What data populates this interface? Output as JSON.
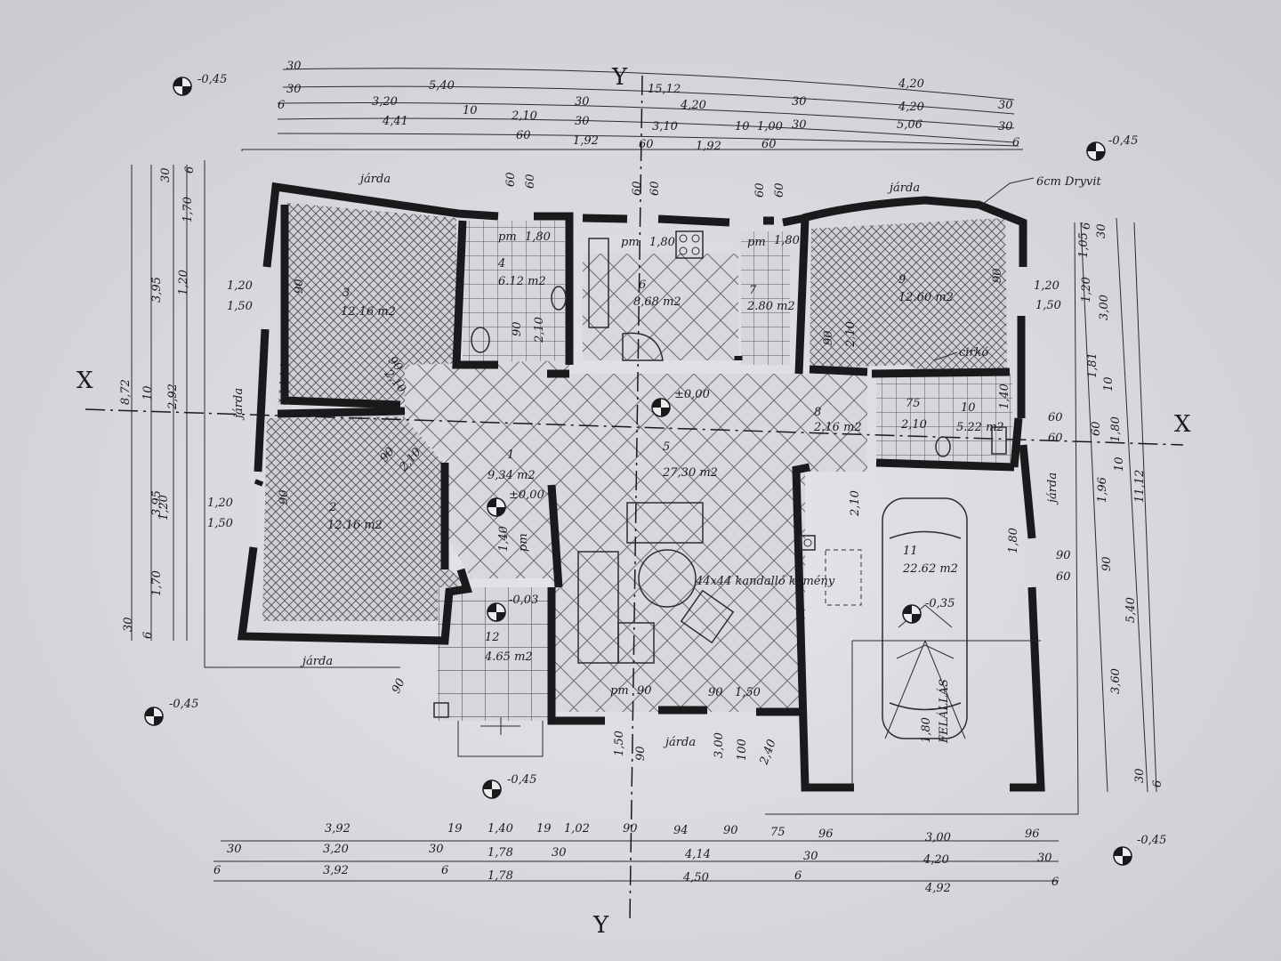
{
  "axes": {
    "y_top": "Y",
    "y_bottom": "Y",
    "x_left": "X",
    "x_right": "X"
  },
  "notes": {
    "dryvit": "6cm Dryvit",
    "chimney": "44x44 kandalló kémény",
    "cirko": "cirkó"
  },
  "walkway_label": "járda",
  "levels": [
    {
      "id": "lv1",
      "text": "-0,45"
    },
    {
      "id": "lv2",
      "text": "-0,45"
    },
    {
      "id": "lv3",
      "text": "-0,45"
    },
    {
      "id": "lv4",
      "text": "-0,45"
    },
    {
      "id": "lv5",
      "text": "-0,45"
    },
    {
      "id": "lv6",
      "text": "±0,00"
    },
    {
      "id": "lv7",
      "text": "±0,00"
    },
    {
      "id": "lv8",
      "text": "-0,03"
    },
    {
      "id": "lv9",
      "text": "-0,35"
    }
  ],
  "rooms": [
    {
      "no": "1",
      "area": "9,34 m2"
    },
    {
      "no": "2",
      "area": "12.16 m2"
    },
    {
      "no": "3",
      "area": "12.16 m2"
    },
    {
      "no": "4",
      "area": "6.12 m2"
    },
    {
      "no": "5",
      "area": "27,30 m2"
    },
    {
      "no": "6",
      "area": "8,68 m2"
    },
    {
      "no": "7",
      "area": "2.80 m2"
    },
    {
      "no": "8",
      "area": "2.16 m2"
    },
    {
      "no": "9",
      "area": "12.60 m2"
    },
    {
      "no": "10",
      "area": "5.22 m2"
    },
    {
      "no": "11",
      "area": "22.62 m2"
    },
    {
      "no": "12",
      "area": "4.65 m2"
    }
  ],
  "top_dims": {
    "row1": [
      "30",
      "5,40",
      "15,12",
      "4,20"
    ],
    "row2": [
      "30",
      "3,20",
      "10",
      "2,10",
      "30",
      "4,20",
      "30",
      "4,20",
      "30"
    ],
    "row3": [
      "6",
      "4,41",
      "30",
      "3,10",
      "10",
      "1,00",
      "30",
      "5,06",
      "30"
    ],
    "row4": [
      "60",
      "1,92",
      "60",
      "1,92",
      "60",
      "6"
    ]
  },
  "bottom_dims": {
    "row1": [
      "3,92",
      "19",
      "1,40",
      "19",
      "1,02",
      "90",
      "94",
      "90",
      "75",
      "96",
      "3,00",
      "96"
    ],
    "row2": [
      "30",
      "3,20",
      "30",
      "1,78",
      "30",
      "4,14",
      "30",
      "4,20",
      "30"
    ],
    "row3": [
      "6",
      "3,92",
      "6",
      "1,78",
      "4,50",
      "6",
      "4,92",
      "6"
    ]
  },
  "left_dims": {
    "outer": [
      "8,72"
    ],
    "mid": [
      "3,95",
      "10",
      "3,95"
    ],
    "inner": [
      "30",
      "6",
      "1,70",
      "1,20",
      "2,92",
      "1,20",
      "1,70",
      "30",
      "6"
    ]
  },
  "right_dims": {
    "inner": [
      "6",
      "30",
      "1,05",
      "1,20",
      "1,81",
      "10",
      "60",
      "1,80",
      "10",
      "1,96",
      "90",
      "5,40",
      "3,60",
      "30",
      "6"
    ],
    "mid": [
      "3,00"
    ],
    "outer": [
      "11,12"
    ]
  },
  "openings": [
    "1,20",
    "1,50",
    "90",
    "1,20",
    "1,50",
    "90",
    "1,20",
    "1,50",
    "90",
    "1,80",
    "90",
    "60",
    "pm",
    "1,80",
    "pm",
    "1,80",
    "pm",
    "1,80",
    "90",
    "2,10",
    "90",
    "2,10",
    "90",
    "2,10",
    "90",
    "2,10",
    "60",
    "60",
    "60",
    "60",
    "60",
    "60",
    "75",
    "2,10",
    "60",
    "60",
    "1,40",
    "2,10",
    "1,40",
    "pm",
    "90",
    "pm",
    "90",
    "90",
    "1,50",
    "1,50",
    "90",
    "100",
    "3,00",
    "2,40",
    "1,80",
    "FELÁLLÁS"
  ]
}
